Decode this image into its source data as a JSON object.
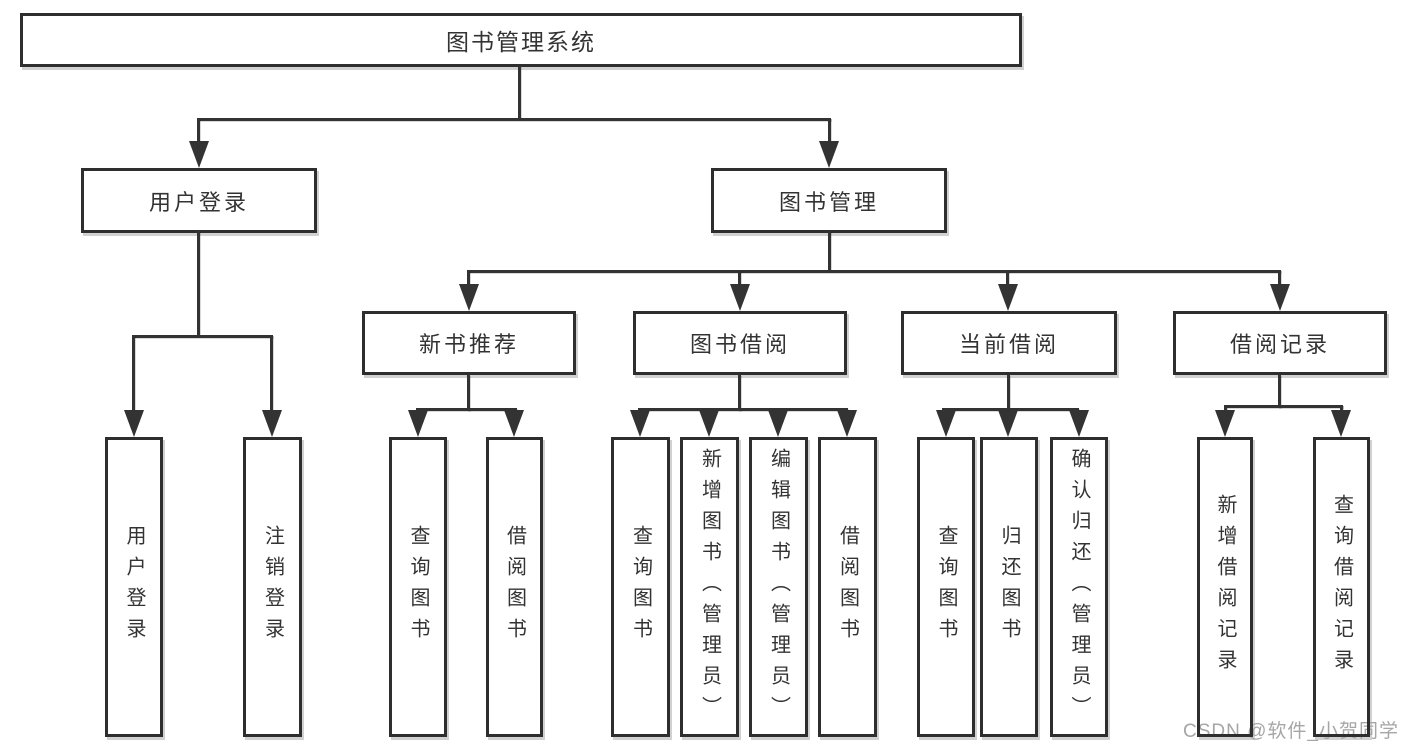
{
  "diagram": {
    "title": "图书管理系统",
    "root": {
      "label": "图书管理系统"
    },
    "level2": [
      {
        "label": "用户登录"
      },
      {
        "label": "图书管理"
      }
    ],
    "level3": [
      {
        "label": "新书推荐",
        "parent": "图书管理"
      },
      {
        "label": "图书借阅",
        "parent": "图书管理"
      },
      {
        "label": "当前借阅",
        "parent": "图书管理"
      },
      {
        "label": "借阅记录",
        "parent": "图书管理"
      }
    ],
    "leaves": [
      {
        "label": "用户登录",
        "parent": "用户登录"
      },
      {
        "label": "注销登录",
        "parent": "用户登录"
      },
      {
        "label": "查询图书",
        "parent": "新书推荐"
      },
      {
        "label": "借阅图书",
        "parent": "新书推荐"
      },
      {
        "label": "查询图书",
        "parent": "图书借阅"
      },
      {
        "label": "新增图书（管理员）",
        "parent": "图书借阅"
      },
      {
        "label": "编辑图书（管理员）",
        "parent": "图书借阅"
      },
      {
        "label": "借阅图书",
        "parent": "图书借阅"
      },
      {
        "label": "查询图书",
        "parent": "当前借阅"
      },
      {
        "label": "归还图书",
        "parent": "当前借阅"
      },
      {
        "label": "确认归还（管理员）",
        "parent": "当前借阅"
      },
      {
        "label": "新增借阅记录",
        "parent": "借阅记录"
      },
      {
        "label": "查询借阅记录",
        "parent": "借阅记录"
      }
    ]
  },
  "watermark": {
    "text": "CSDN @软件_小贺同学"
  },
  "colors": {
    "line": "#333333",
    "border": "#2e2e2e",
    "background": "#ffffff",
    "text": "#333333",
    "watermark": "#a6a6a6"
  }
}
